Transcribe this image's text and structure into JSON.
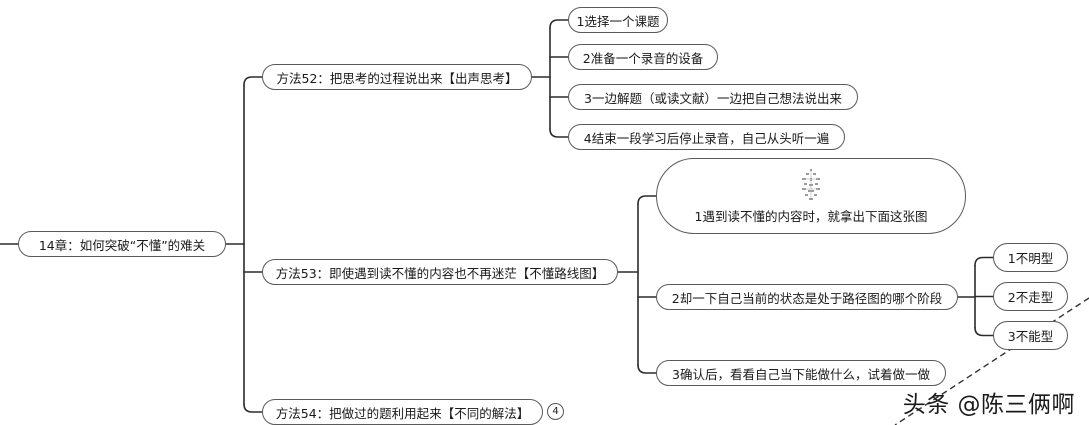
{
  "mindmap": {
    "root": {
      "label": "14章：如何突破“不懂”的难关"
    },
    "methods": [
      {
        "label": "方法52：把思考的过程说出来【出声思考】",
        "steps": [
          {
            "label": "1选择一个课题"
          },
          {
            "label": "2准备一个录音的设备"
          },
          {
            "label": "3一边解题（或读文献）一边把自己想法说出来"
          },
          {
            "label": "4结束一段学习后停止录音，自己从头听一遍"
          }
        ]
      },
      {
        "label": "方法53：即使遇到读不懂的内容也不再迷茫【不懂路线图】",
        "steps": [
          {
            "label": "1遇到读不懂的内容时，就拿出下面这张图"
          },
          {
            "label": "2却一下自己当前的状态是处于路径图的哪个阶段",
            "sub": [
              {
                "label": "1不明型"
              },
              {
                "label": "2不走型"
              },
              {
                "label": "3不能型"
              }
            ]
          },
          {
            "label": "3确认后，看看自己当下能做什么，试着做一做"
          }
        ]
      },
      {
        "label": "方法54：把做过的题利用起来【不同的解法】",
        "badge": "4"
      }
    ]
  },
  "watermark": "头条 @陈三俩啊",
  "colors": {
    "line": "#2b2b2b",
    "border": "#5a5a5a",
    "text": "#1a1a1a"
  }
}
